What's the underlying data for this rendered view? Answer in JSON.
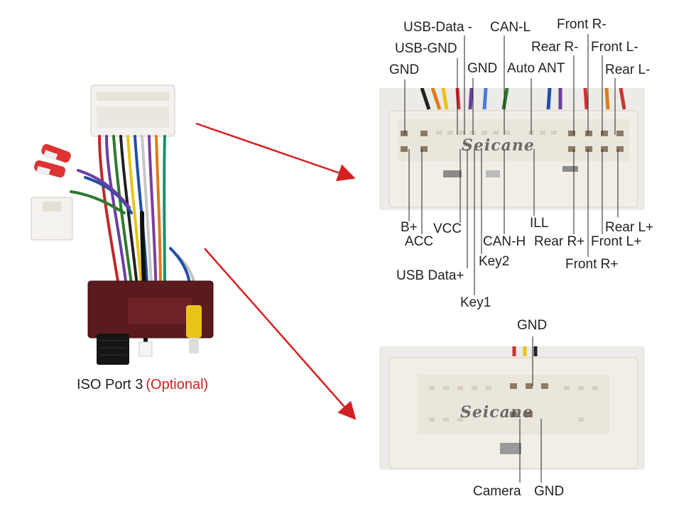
{
  "harness": {
    "caption": "ISO Port 3",
    "caption_optional": "(Optional)"
  },
  "top_connector": {
    "watermark": "Seicane",
    "labels": {
      "usb_data_minus": "USB-Data -",
      "can_l": "CAN-L",
      "front_r_minus": "Front R-",
      "usb_gnd": "USB-GND",
      "rear_r_minus": "Rear R-",
      "front_l_minus": "Front L-",
      "gnd_left": "GND",
      "gnd_mid": "GND",
      "auto_ant": "Auto ANT",
      "rear_l_minus": "Rear L-",
      "b_plus": "B+",
      "vcc": "VCC",
      "acc": "ACC",
      "ill": "ILL",
      "rear_l_plus": "Rear L+",
      "can_h": "CAN-H",
      "rear_r_plus": "Rear R+",
      "front_l_plus": "Front L+",
      "key2": "Key2",
      "front_r_plus": "Front R+",
      "usb_data_plus": "USB Data+",
      "key1": "Key1"
    }
  },
  "bottom_connector": {
    "watermark": "Seicane",
    "labels": {
      "gnd_top": "GND",
      "camera": "Camera",
      "gnd_bottom": "GND"
    }
  },
  "colors": {
    "arrow": "#d42020",
    "optional_text": "#d42020",
    "connector_body": "#f2eee6",
    "leader_line": "#222222"
  }
}
